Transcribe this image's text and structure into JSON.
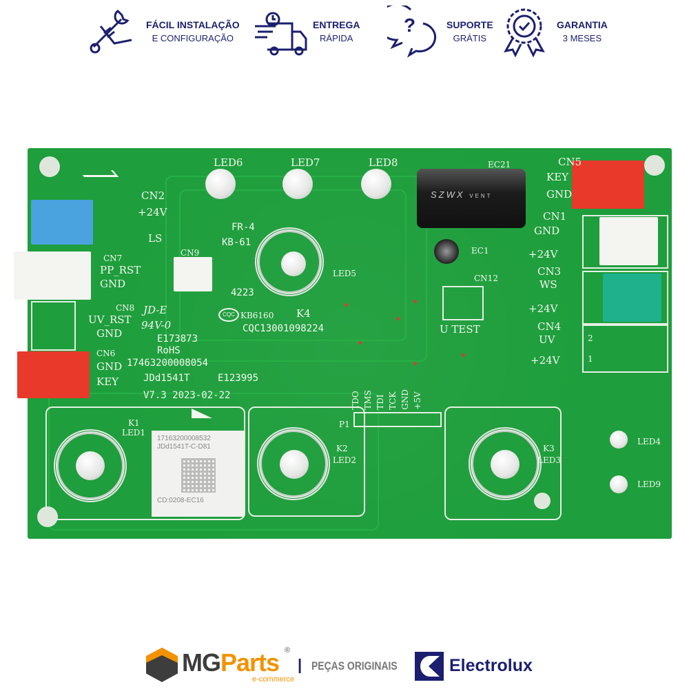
{
  "features": [
    {
      "icon": "wrench-hand-icon",
      "title": "FÁCIL INSTALAÇÃO",
      "subtitle": "E CONFIGURAÇÃO"
    },
    {
      "icon": "delivery-truck-icon",
      "title": "ENTREGA",
      "subtitle": "RÁPIDA"
    },
    {
      "icon": "support-chat-icon",
      "title": "SUPORTE",
      "subtitle": "GRÁTIS"
    },
    {
      "icon": "warranty-badge-icon",
      "title": "GARANTIA",
      "subtitle": "3 MESES"
    }
  ],
  "board": {
    "labels": {
      "led6": "LED6",
      "led7": "LED7",
      "led8": "LED8",
      "ec21": "EC21",
      "cn5": "CN5",
      "key1": "KEY",
      "gnd1": "GND",
      "cn2": "CN2",
      "p24a": "+24V",
      "ls": "LS",
      "fr4": "FR-4",
      "kb61": "KB-61",
      "cn9": "CN9",
      "cn1": "CN1",
      "gnd2": "GND",
      "ec1": "EC1",
      "led5": "LED5",
      "cn7": "CN7",
      "pprst": "PP_RST",
      "gnd3": "GND",
      "p24b": "+24V",
      "cn3": "CN3",
      "ws": "WS",
      "cn12": "CN12",
      "n4223": "4223",
      "k4": "K4",
      "jde": "JD-E",
      "v0": "94V-0",
      "kb6160": "KB6160",
      "cqc": "CQC13001098224",
      "cn8": "CN8",
      "uvrst": "UV_RST",
      "gnd4": "GND",
      "utest": "U TEST",
      "p24c": "+24V",
      "cn4": "CN4",
      "uv": "UV",
      "e173873": "E173873",
      "rohs": "RoHS",
      "serial": "17463200008054",
      "p24d": "+24V",
      "cn6": "CN6",
      "gnd5": "GND",
      "key2": "KEY",
      "model": "JDd1541T",
      "e123995": "E123995",
      "version": "V7.3  2023-02-22",
      "tdo": "TDO",
      "tms": "TMS",
      "tdi": "TDI",
      "tck": "TCK",
      "gnd6": "GND",
      "p5v": "+5V",
      "p1": "P1",
      "k1": "K1",
      "led1": "LED1",
      "k2": "K2",
      "led2": "LED2",
      "k3": "K3",
      "led3": "LED3",
      "led4": "LED4",
      "led9": "LED9",
      "pin1": "1",
      "pin2": "2",
      "cgc": "CQC"
    },
    "capacitor_brand": "SZWX",
    "capacitor_vent": "VENT",
    "sticker": {
      "line1": "17163200008532",
      "line2": "JDd1541T-C-D81",
      "line3": "CD:0208-EC16"
    }
  },
  "footer": {
    "brand_mg": "MG",
    "brand_parts": "Parts",
    "registered": "®",
    "tagline": "e-commerce",
    "divider": "|",
    "original": "PEÇAS ORIGINAIS",
    "electrolux": "Electrolux"
  },
  "colors": {
    "navy": "#1b1f6e",
    "orange": "#f39200",
    "pcb": "#1e9e3c",
    "red_conn": "#e8392a",
    "blue_conn": "#4aa3de",
    "teal_conn": "#1fb08c"
  }
}
